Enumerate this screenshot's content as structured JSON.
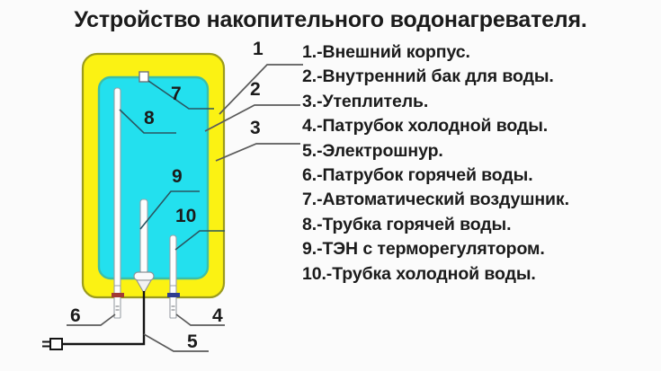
{
  "page": {
    "title": "Устройство накопительного водонагревателя.",
    "background_color": "#fbfbfb"
  },
  "legend": {
    "items": [
      {
        "number": "1.",
        "label": "-Внешний корпус."
      },
      {
        "number": "2.",
        "label": "-Внутренний бак для воды."
      },
      {
        "number": "3.",
        "label": "-Утеплитель."
      },
      {
        "number": "4.",
        "label": "-Патрубок холодной воды."
      },
      {
        "number": "5.",
        "label": "-Электрошнур."
      },
      {
        "number": "6.",
        "label": "-Патрубок горячей воды."
      },
      {
        "number": "7.",
        "label": "-Автоматический воздушник."
      },
      {
        "number": "8.",
        "label": "-Трубка горячей воды."
      },
      {
        "number": "9.",
        "label": "-ТЭН с терморегулятором."
      },
      {
        "number": "10.",
        "label": "-Трубка холодной воды."
      }
    ],
    "full_text": [
      "1.-Внешний корпус.",
      "2.-Внутренний бак для воды.",
      "3.-Утеплитель.",
      "4.-Патрубок холодной воды.",
      "5.-Электрошнур.",
      "6.-Патрубок горячей воды.",
      "7.-Автоматический воздушник.",
      "8.-Трубка горячей воды.",
      "9.-ТЭН с терморегулятором.",
      "10.-Трубка холодной воды."
    ]
  },
  "diagram": {
    "callouts": {
      "c1": "1",
      "c2": "2",
      "c3": "3",
      "c4": "4",
      "c5": "5",
      "c6": "6",
      "c7": "7",
      "c8": "8",
      "c9": "9",
      "c10": "10"
    },
    "colors": {
      "outer_casing_fill": "#fbf213",
      "outer_casing_stroke": "#9b9b1e",
      "inner_tank_fill": "#23e0ee",
      "inner_tank_stroke": "#3cbfa8",
      "pipe_fill": "#fdfdfd",
      "pipe_stroke": "#9aa0a6",
      "hot_band": "#a23a34",
      "cold_band": "#2f3d8f",
      "cord": "#141414",
      "leader_line": "#5a5a5a",
      "text": "#1b1b1b"
    },
    "parts": {
      "outer_casing": "Внешний корпус",
      "inner_tank": "Внутренний бак для воды",
      "insulation": "Утеплитель",
      "cold_water_inlet": "Патрубок холодной воды",
      "power_cord": "Электрошнур",
      "hot_water_outlet": "Патрубок горячей воды",
      "auto_air_vent": "Автоматический воздушник",
      "hot_water_tube": "Трубка горячей воды",
      "heating_element": "ТЭН с терморегулятором",
      "cold_water_tube": "Трубка холодной воды"
    }
  }
}
